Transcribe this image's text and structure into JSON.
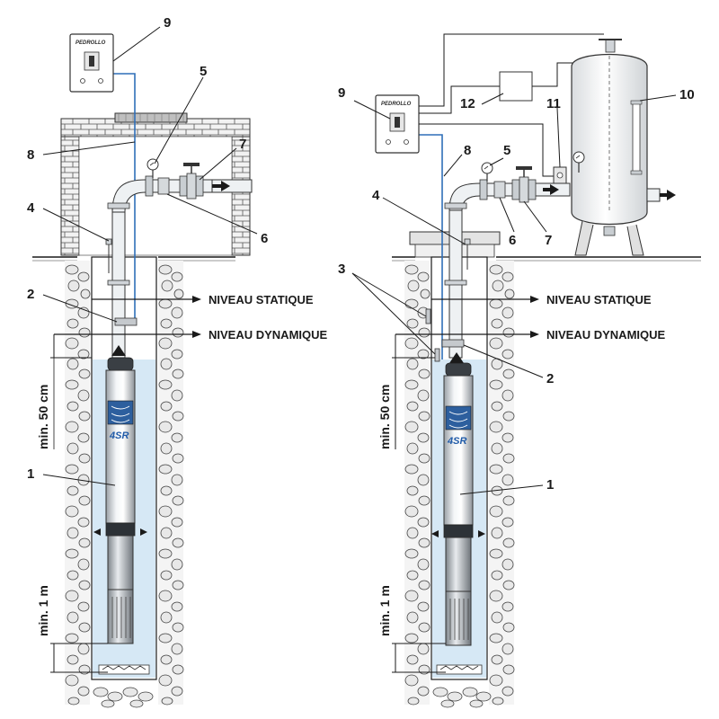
{
  "levels": {
    "static": "NIVEAU STATIQUE",
    "dynamic": "NIVEAU DYNAMIQUE"
  },
  "dimensions": {
    "min_depth_top": "min. 50 cm",
    "min_depth_bottom": "min. 1 m"
  },
  "brand": "PEDROLLO",
  "pump_model": "4SR",
  "left": {
    "callouts": [
      "9",
      "5",
      "7",
      "8",
      "4",
      "6",
      "2",
      "1"
    ]
  },
  "right": {
    "callouts": [
      "9",
      "12",
      "11",
      "10",
      "8",
      "5",
      "4",
      "6",
      "7",
      "3",
      "2",
      "1"
    ]
  },
  "colors": {
    "line": "#1a1a1a",
    "cable": "#2f6fb8",
    "water": "#d6e8f5",
    "stone": "#e6e6e6"
  }
}
